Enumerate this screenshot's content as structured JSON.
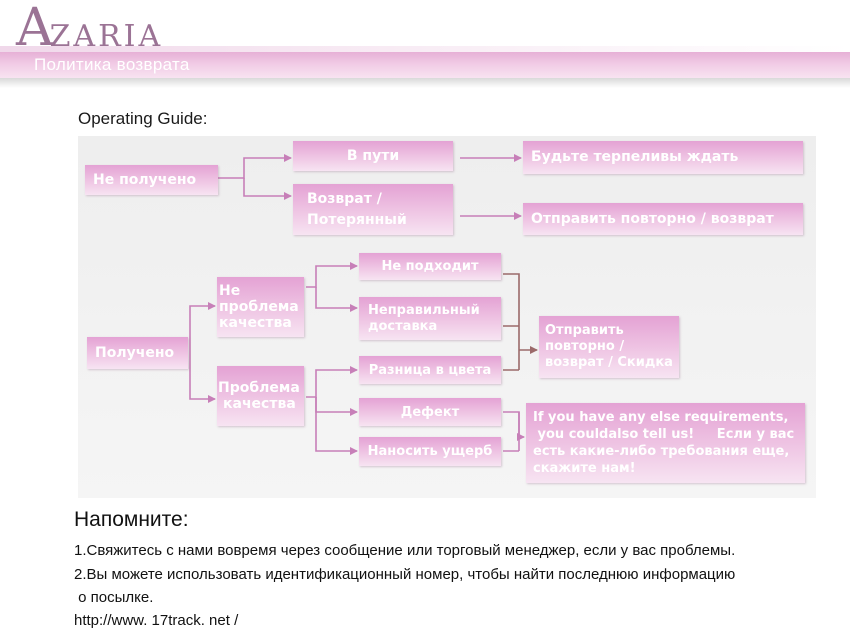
{
  "header": {
    "logo_initial": "A",
    "logo_rest": "ZARIA",
    "title": "Политика возврата"
  },
  "guide": {
    "title": "Operating Guide:"
  },
  "flow": {
    "not_received": "Не получено",
    "in_transit": "В пути",
    "be_patient": "Будьте терпеливы ждать",
    "return_lost_line1": "Возврат /",
    "return_lost_line2": "Потерянный",
    "resend_return": "Отправить повторно / возврат",
    "received": "Получено",
    "no_quality_line1": "Не",
    "no_quality_line2": "проблема",
    "no_quality_line3": "качества",
    "quality_line1": "Проблема",
    "quality_line2": "качества",
    "not_fit": "Не подходит",
    "wrong_delivery_line1": "Неправильный",
    "wrong_delivery_line2": "доставка",
    "color_diff": "Разница в цвета",
    "defect": "Дефект",
    "damage": "Наносить ущерб",
    "resend_discount_line1": "Отправить",
    "resend_discount_line2": "повторно /",
    "resend_discount_line3": "возврат / Скидка",
    "other_line1": "If you have any else requirements,",
    "other_line2": " you couldalso tell us!     Если у вас",
    "other_line3": "есть какие-либо требования еще,",
    "other_line4": "скажите нам!"
  },
  "remind": {
    "title": "Напомните:",
    "line1": "1.Свяжитесь с нами вовремя через сообщение или торговый менеджер, если у вас проблемы.",
    "line2": "2.Вы можете использовать идентификационный номер, чтобы найти последнюю информацию",
    "line3": " о посылке.",
    "line4": "http://www. 17track. net /"
  },
  "colors": {
    "box_gradient_top": "#e4a2d4",
    "box_gradient_bottom": "#f7e4f2",
    "connector": "#c77fb8",
    "connector_dark": "#9b6a6a",
    "logo": "#9b7395"
  }
}
